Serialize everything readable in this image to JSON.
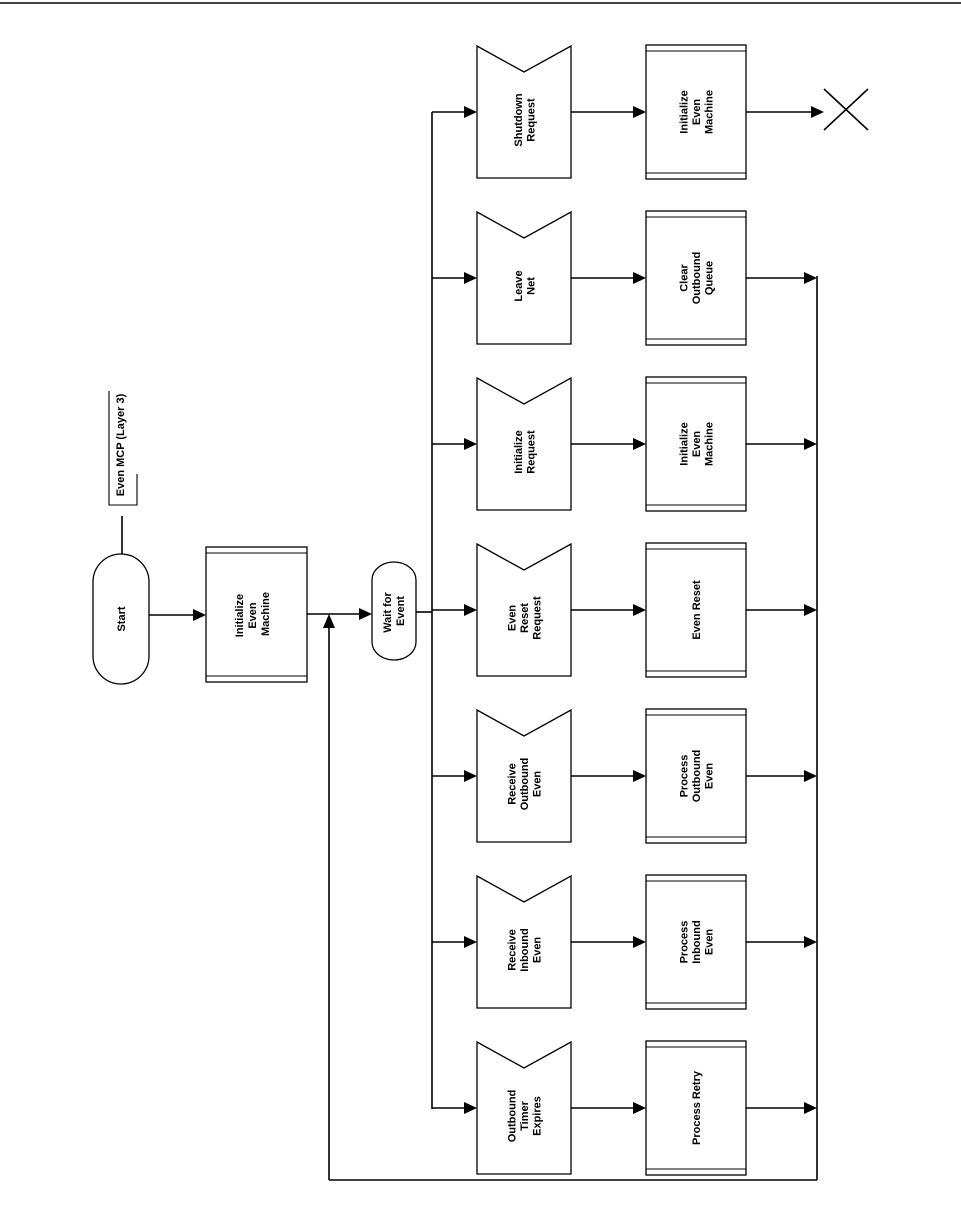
{
  "diagram": {
    "annotation": "Even MCP (Layer 3)",
    "start": "Start",
    "init": [
      "Initialize",
      "Even",
      "Machine"
    ],
    "wait": [
      "Wait for",
      "Event"
    ],
    "events": [
      [
        "Shutdown",
        "Request"
      ],
      [
        "Leave",
        "Net"
      ],
      [
        "Initialize",
        "Request"
      ],
      [
        "Even",
        "Reset",
        "Request"
      ],
      [
        "Receive",
        "Outbound",
        "Even"
      ],
      [
        "Receive",
        "Inbound",
        "Even"
      ],
      [
        "Outbound",
        "Timer",
        "Expires"
      ]
    ],
    "actions": [
      [
        "Initialize",
        "Even",
        "Machine"
      ],
      [
        "Clear",
        "Outbound",
        "Queue"
      ],
      [
        "Initialize",
        "Even",
        "Machine"
      ],
      [
        "Even Reset"
      ],
      [
        "Process",
        "Outbound",
        "Even"
      ],
      [
        "Process",
        "Inbound",
        "Even"
      ],
      [
        "Process Retry"
      ]
    ]
  }
}
